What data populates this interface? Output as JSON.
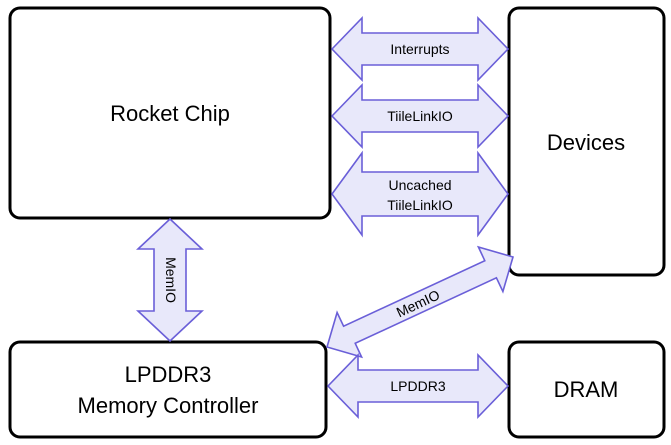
{
  "blocks": {
    "rocket_chip": "Rocket Chip",
    "devices": "Devices",
    "memory_controller_line1": "LPDDR3",
    "memory_controller_line2": "Memory Controller",
    "dram": "DRAM"
  },
  "links": {
    "interrupts": "Interrupts",
    "tilelink_io": "TiileLinkIO",
    "uncached_line1": "Uncached",
    "uncached_line2": "TiileLinkIO",
    "memio_vertical": "MemIO",
    "memio_diagonal": "MemIO",
    "lpddr3": "LPDDR3"
  },
  "colors": {
    "arrow_fill": "#e8e8fa",
    "arrow_stroke": "#6a5fd8",
    "box_stroke": "#000000"
  }
}
